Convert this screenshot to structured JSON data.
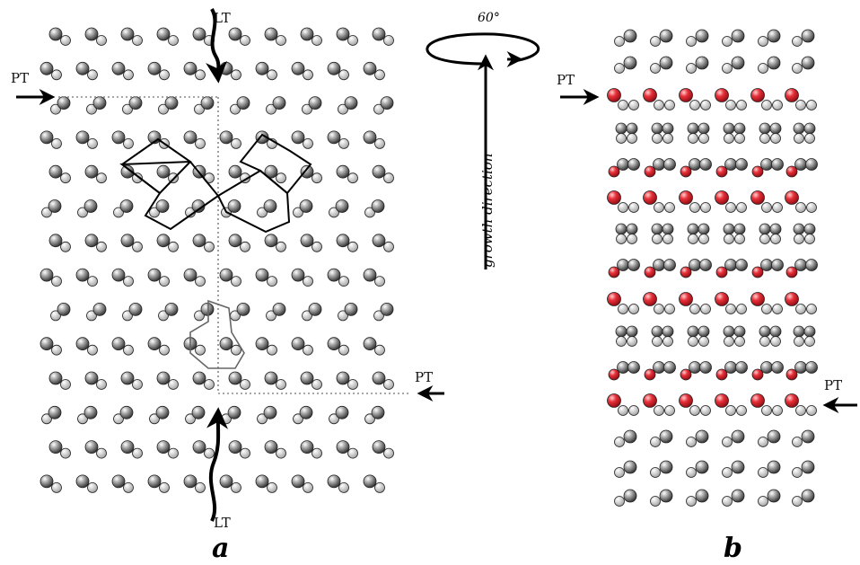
{
  "panels": {
    "a": {
      "label": "a"
    },
    "b": {
      "label": "b"
    }
  },
  "annotations": {
    "lt_top": "LT",
    "lt_bottom": "LT",
    "pt_a_left": "PT",
    "pt_a_right": "PT",
    "pt_b_left": "PT",
    "pt_b_right": "PT",
    "rotation": "60°",
    "growth": "growth direction"
  },
  "colors": {
    "gray_sphere": "#8a8a8a",
    "small_sphere": "#c8c8c8",
    "red_sphere": "#e8303a",
    "line": "#000000",
    "dotted": "#888888"
  }
}
